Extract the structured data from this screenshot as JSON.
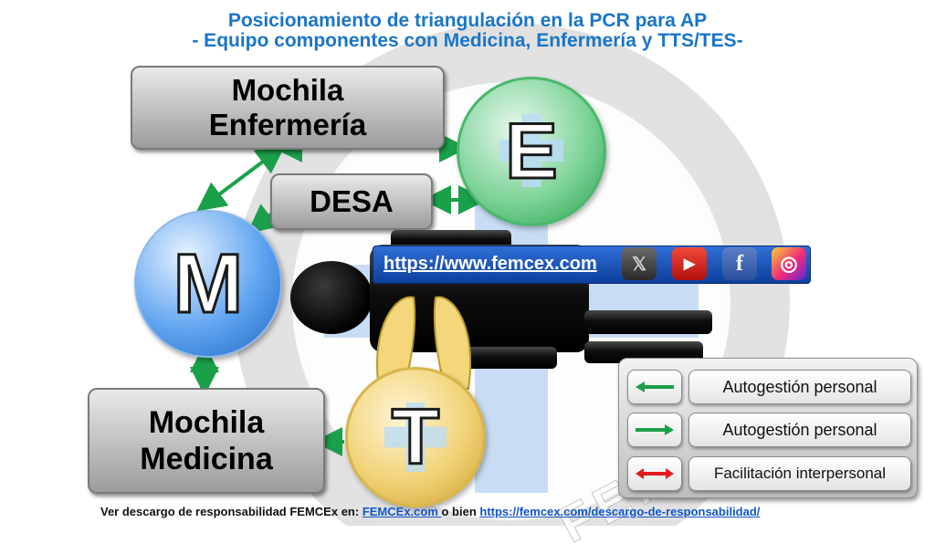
{
  "title": {
    "line1": "Posicionamiento de triangulación en la PCR para AP",
    "line2": "- Equipo componentes con Medicina, Enfermería y TTS/TES-"
  },
  "nodes": {
    "mochila_enfermeria": [
      "Mochila",
      "Enfermería"
    ],
    "desa": "DESA",
    "mochila_medicina": [
      "Mochila",
      "Medicina"
    ],
    "m_letter": "M",
    "e_letter": "E",
    "t_letter": "T"
  },
  "url_banner": "https://www.femcex.com",
  "social": [
    {
      "icon": "x-icon",
      "glyph": "𝕏",
      "color": "#111111"
    },
    {
      "icon": "youtube-icon",
      "glyph": "▶",
      "color": "#e62117"
    },
    {
      "icon": "facebook-icon",
      "glyph": "f",
      "color": "#3b5998"
    },
    {
      "icon": "instagram-icon",
      "glyph": "◎",
      "color": "#c13584"
    }
  ],
  "legend": [
    {
      "arrow": "left",
      "color": "#1aa04a",
      "label": "Autogestión personal"
    },
    {
      "arrow": "right",
      "color": "#1aa04a",
      "label": "Autogestión personal"
    },
    {
      "arrow": "both",
      "color": "#e21d1d",
      "label": "Facilitación interpersonal"
    }
  ],
  "watermark": "FEMCEX",
  "footer": {
    "prefix": "Ver descargo de responsabilidad FEMCEx en: ",
    "link1": "FEMCEx.com ",
    "middle": "o bien ",
    "link2": "https://femcex.com/descargo-de-responsabilidad/"
  }
}
